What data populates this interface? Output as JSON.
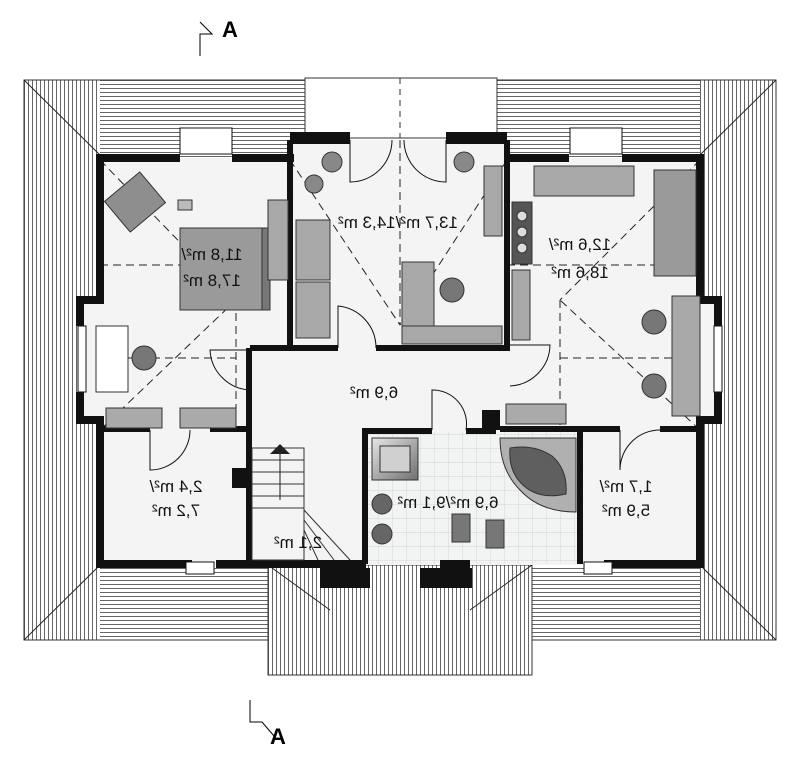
{
  "section_marks": {
    "top": "A",
    "bottom": "A"
  },
  "rooms": {
    "bedroom_left": {
      "line1": "11,8 m²/",
      "line2": "17,8 m²"
    },
    "room_center_top": {
      "line1": "13,7 m²/14,3 m²"
    },
    "bedroom_right": {
      "line1": "12,6 m²/",
      "line2": "18,6 m²"
    },
    "hall": {
      "line1": "6,9 m²"
    },
    "storage_left": {
      "line1": "2,4 m²/",
      "line2": "7,2 m²"
    },
    "stair": {
      "line1": "2,1 m²"
    },
    "bathroom": {
      "line1": "6,9 m²/9,1 m²"
    },
    "storage_right": {
      "line1": "1,7 m²/",
      "line2": "5,9 m²"
    }
  },
  "colors": {
    "wall": "#111111",
    "floor": "#f4f4f4",
    "furniture": "#9a9a9a",
    "roof_line": "#555555"
  }
}
